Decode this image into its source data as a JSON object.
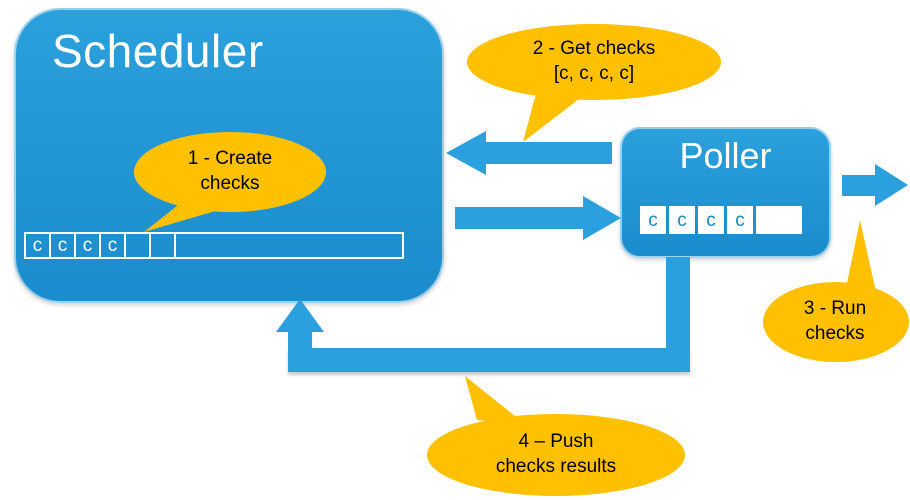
{
  "scheduler": {
    "title": "Scheduler",
    "cells": [
      "c",
      "c",
      "c",
      "c",
      "",
      "",
      ""
    ]
  },
  "poller": {
    "title": "Poller",
    "cells": [
      "c",
      "c",
      "c",
      "c",
      ""
    ]
  },
  "callouts": {
    "create_checks": "1 - Create\nchecks",
    "get_checks": "2 - Get checks\n[c, c, c, c]",
    "run_checks": "3 - Run\nchecks",
    "push_results": "4 – Push\nchecks results"
  },
  "colors": {
    "box_blue": "#1E94D4",
    "arrow_blue": "#2BA0DE",
    "callout_yellow": "#FFC000"
  }
}
